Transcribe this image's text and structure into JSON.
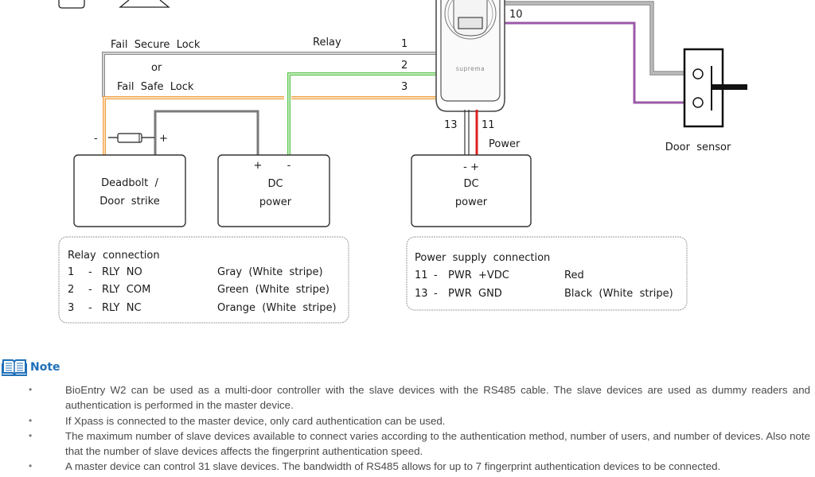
{
  "diagram": {
    "lock_title_line1": "Fail  Secure  Lock",
    "lock_title_or": "or",
    "lock_title_line2": "Fail  Safe  Lock",
    "relay_label": "Relay",
    "pin_numbers": {
      "p1": "1",
      "p2": "2",
      "p3": "3",
      "p10": "10",
      "p11": "11",
      "p13": "13"
    },
    "power_label": "Power",
    "device_brand": "suprema",
    "door_sensor_label": "Door  sensor",
    "diode_minus": "-",
    "diode_plus": "+",
    "deadbolt_box": {
      "line1": "Deadbolt  /",
      "line2": "Door  strike"
    },
    "dc_power_relay_box": {
      "plus": "+",
      "minus": "-",
      "line1": "DC",
      "line2": "power"
    },
    "dc_power_main_box": {
      "polarity": "- +",
      "line1": "DC",
      "line2": "power"
    },
    "wire_colors": {
      "gray": "#8c8c8c",
      "green": "#5cc44e",
      "orange": "#f0a040",
      "purple": "#9b59a8",
      "red": "#e02020",
      "black": "#333333"
    }
  },
  "relay_table": {
    "title": "Relay  connection",
    "rows": [
      {
        "pin": "1",
        "dash": "-",
        "signal": "RLY  NO",
        "color": "Gray  (White  stripe)"
      },
      {
        "pin": "2",
        "dash": "-",
        "signal": "RLY  COM",
        "color": "Green  (White  stripe)"
      },
      {
        "pin": "3",
        "dash": "-",
        "signal": "RLY  NC",
        "color": "Orange  (White  stripe)"
      }
    ]
  },
  "power_table": {
    "title": "Power  supply  connection",
    "rows": [
      {
        "pin": "11",
        "dash": "-",
        "signal": "PWR  +VDC",
        "color": "Red"
      },
      {
        "pin": "13",
        "dash": "-",
        "signal": "PWR  GND",
        "color": "Black  (White  stripe)"
      }
    ]
  },
  "note": {
    "icon": "open-book-icon",
    "title": "Note",
    "accent": "#1f6fb8",
    "items": [
      "BioEntry W2 can be used as a multi-door controller with the slave devices with the RS485 cable. The slave devices are used as dummy readers and authentication is performed in the master device.",
      "If Xpass is connected to the master device, only card authentication can be used.",
      "The maximum number of slave devices available to connect varies according to the authentication method, number of users, and number of devices. Also note that the number of slave devices affects the fingerprint authentication speed.",
      "A master device can control 31 slave devices. The bandwidth of RS485 allows for up to 7 fingerprint authentication devices to be connected."
    ]
  }
}
